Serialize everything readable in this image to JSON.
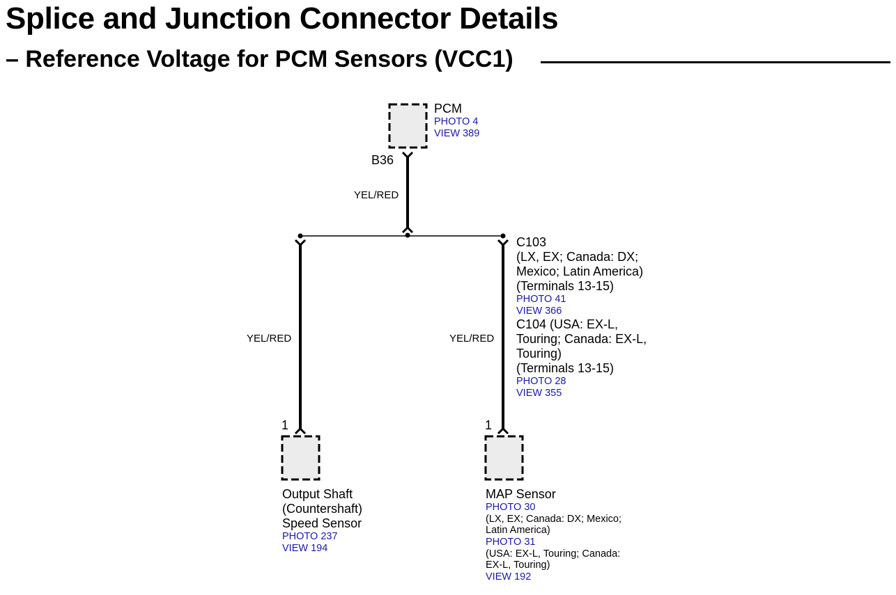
{
  "title": "Splice and Junction Connector Details",
  "subtitle_prefix": "–",
  "subtitle": "Reference Voltage for PCM Sensors (VCC1)",
  "colors": {
    "link": "#1a1aa8",
    "component_fill": "#ececec",
    "wire": "#000000"
  },
  "pcm": {
    "name": "PCM",
    "photo": "PHOTO 4",
    "view": "VIEW 389",
    "pin": "B36"
  },
  "wires": {
    "top_color": "YEL/RED",
    "left_color": "YEL/RED",
    "right_color": "YEL/RED"
  },
  "connector": {
    "c103_name": "C103",
    "c103_line1": "(LX, EX; Canada: DX;",
    "c103_line2": "Mexico; Latin America)",
    "c103_terminals": "(Terminals 13-15)",
    "c103_photo": "PHOTO 41",
    "c103_view": "VIEW 366",
    "c104_line1": "C104 (USA: EX-L,",
    "c104_line2": "Touring; Canada: EX-L,",
    "c104_line3": "Touring)",
    "c104_terminals": "(Terminals 13-15)",
    "c104_photo": "PHOTO 28",
    "c104_view": "VIEW 355"
  },
  "output_shaft_sensor": {
    "pin": "1",
    "name_line1": "Output Shaft",
    "name_line2": "(Countershaft)",
    "name_line3": "Speed Sensor",
    "photo": "PHOTO 237",
    "view": "VIEW 194"
  },
  "map_sensor": {
    "pin": "1",
    "name": "MAP Sensor",
    "photo1": "PHOTO 30",
    "note1_line1": "(LX, EX; Canada: DX; Mexico;",
    "note1_line2": "Latin America)",
    "photo2": "PHOTO 31",
    "note2_line1": "(USA: EX-L, Touring; Canada:",
    "note2_line2": "EX-L, Touring)",
    "view": "VIEW 192"
  }
}
